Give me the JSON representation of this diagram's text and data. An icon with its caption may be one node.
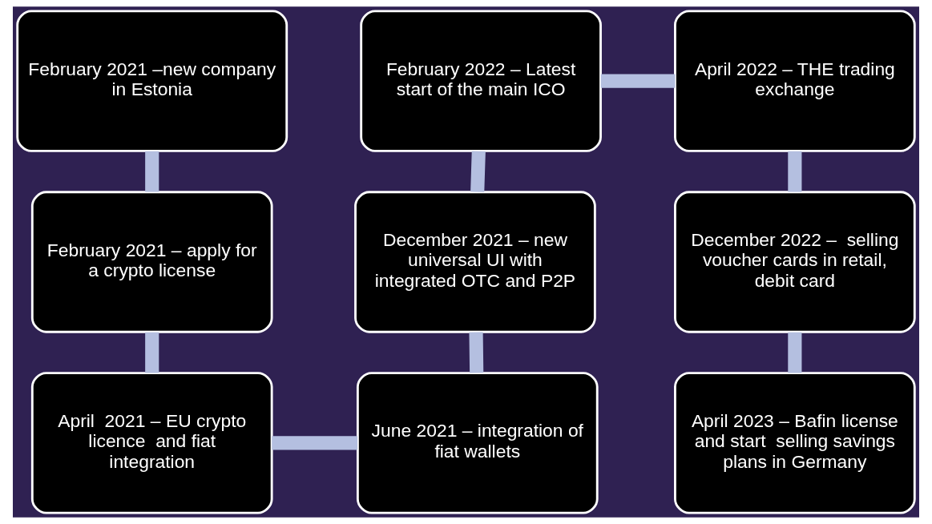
{
  "diagram": {
    "nodes": [
      {
        "text": [
          "February 2021 –new company in Estonia"
        ]
      },
      {
        "text": [
          "February 2021 – apply for a crypto license"
        ]
      },
      {
        "text": [
          "April  2021 – EU crypto licence  and fiat integration"
        ]
      },
      {
        "text": [
          "June 2021 – integration of fiat wallets"
        ]
      },
      {
        "text": [
          "December 2021 – new universal UI with integrated OTC and P2P"
        ]
      },
      {
        "text": [
          "February 2022 – Latest start of the main ICO"
        ]
      },
      {
        "text": [
          "April 2022 – THE trading exchange"
        ]
      },
      {
        "text": [
          "December 2022 –  selling voucher cards in retail, debit card"
        ]
      },
      {
        "text": [
          "April 2023 – Bafin license and start  selling savings plans in Germany"
        ]
      }
    ],
    "edges": [
      {
        "from": 0,
        "to": 1,
        "arrow": "none"
      },
      {
        "from": 1,
        "to": 2,
        "arrow": "none"
      },
      {
        "from": 2,
        "to": 3,
        "arrow": "none"
      },
      {
        "from": 3,
        "to": 4,
        "arrow": "none"
      },
      {
        "from": 4,
        "to": 5,
        "arrow": "none"
      },
      {
        "from": 5,
        "to": 6,
        "arrow": "none"
      },
      {
        "from": 6,
        "to": 7,
        "arrow": "none"
      },
      {
        "from": 7,
        "to": 8,
        "arrow": "none"
      }
    ]
  }
}
